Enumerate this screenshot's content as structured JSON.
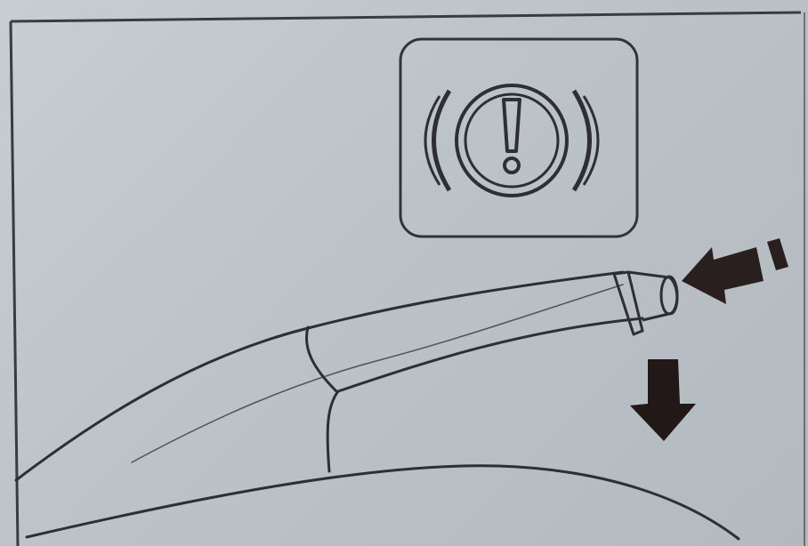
{
  "figure": {
    "type": "instruction-illustration",
    "subject": "parking-brake-release",
    "icon": "brake-warning-icon",
    "steps": [
      {
        "order": 1,
        "icon": "arrow-push-icon",
        "action": "press"
      },
      {
        "order": 2,
        "icon": "arrow-down-icon",
        "action": "lower"
      }
    ],
    "colors": {
      "background": "#c2c9ce",
      "line": "#2e2f33",
      "arrow": "#2a1f1f"
    }
  }
}
